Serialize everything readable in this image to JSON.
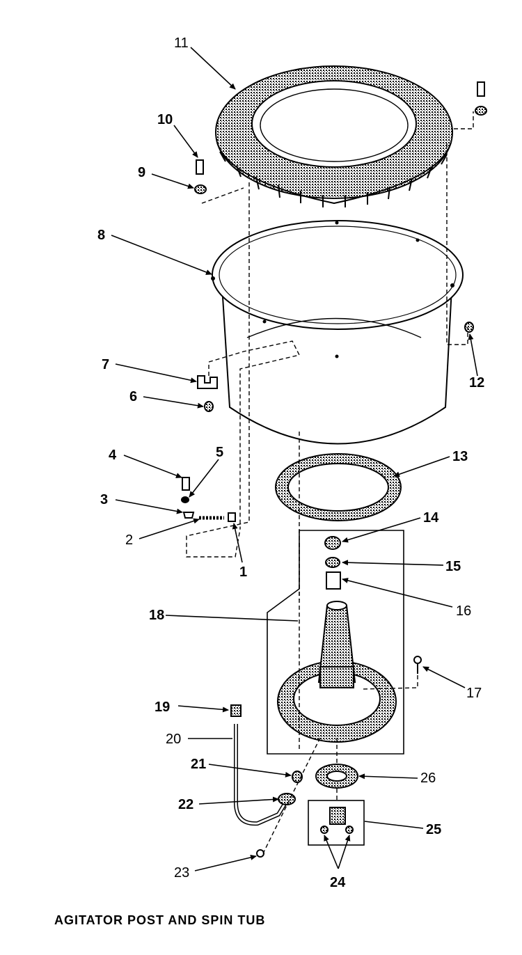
{
  "caption": "AGITATOR POST AND SPIN TUB",
  "callouts": {
    "c1": "1",
    "c2": "2",
    "c3": "3",
    "c4": "4",
    "c5": "5",
    "c6": "6",
    "c7": "7",
    "c8": "8",
    "c9": "9",
    "c10": "10",
    "c11": "11",
    "c12": "12",
    "c13": "13",
    "c14": "14",
    "c15": "15",
    "c16": "16",
    "c17": "17",
    "c18": "18",
    "c19": "19",
    "c20": "20",
    "c21": "21",
    "c22": "22",
    "c23": "23",
    "c24": "24",
    "c25": "25",
    "c26": "26"
  },
  "colors": {
    "ink": "#000000",
    "shade": "#9a9a9a",
    "paper": "#ffffff"
  }
}
